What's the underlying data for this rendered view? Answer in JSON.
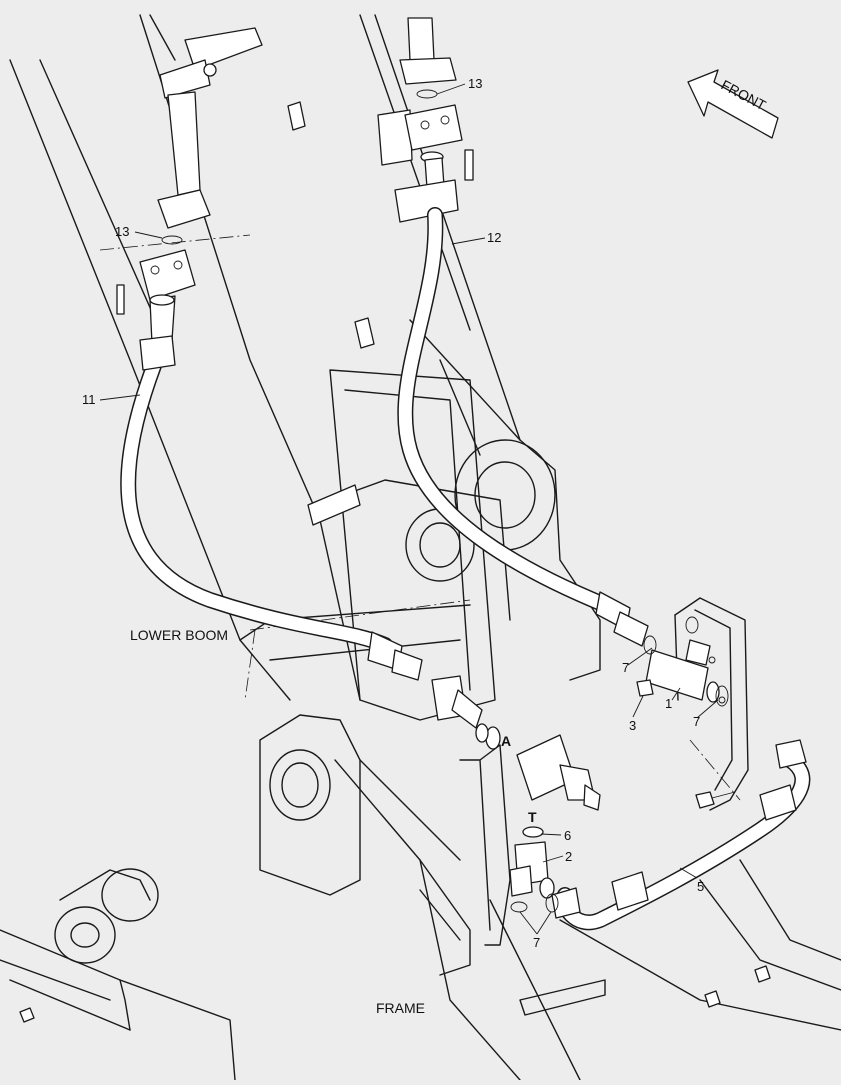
{
  "labels": {
    "lower_boom": "LOWER BOOM",
    "frame": "FRAME",
    "front": "FRONT",
    "port_a": "A",
    "port_t": "T"
  },
  "callouts": {
    "c1": "1",
    "c2": "2",
    "c3": "3",
    "c5": "5",
    "c6": "6",
    "c7a": "7",
    "c7b": "7",
    "c7c": "7",
    "c11": "11",
    "c12": "12",
    "c13a": "13",
    "c13b": "13"
  },
  "colors": {
    "background": "#ededed",
    "line": "#1a1a1a",
    "part_fill": "#ffffff"
  }
}
